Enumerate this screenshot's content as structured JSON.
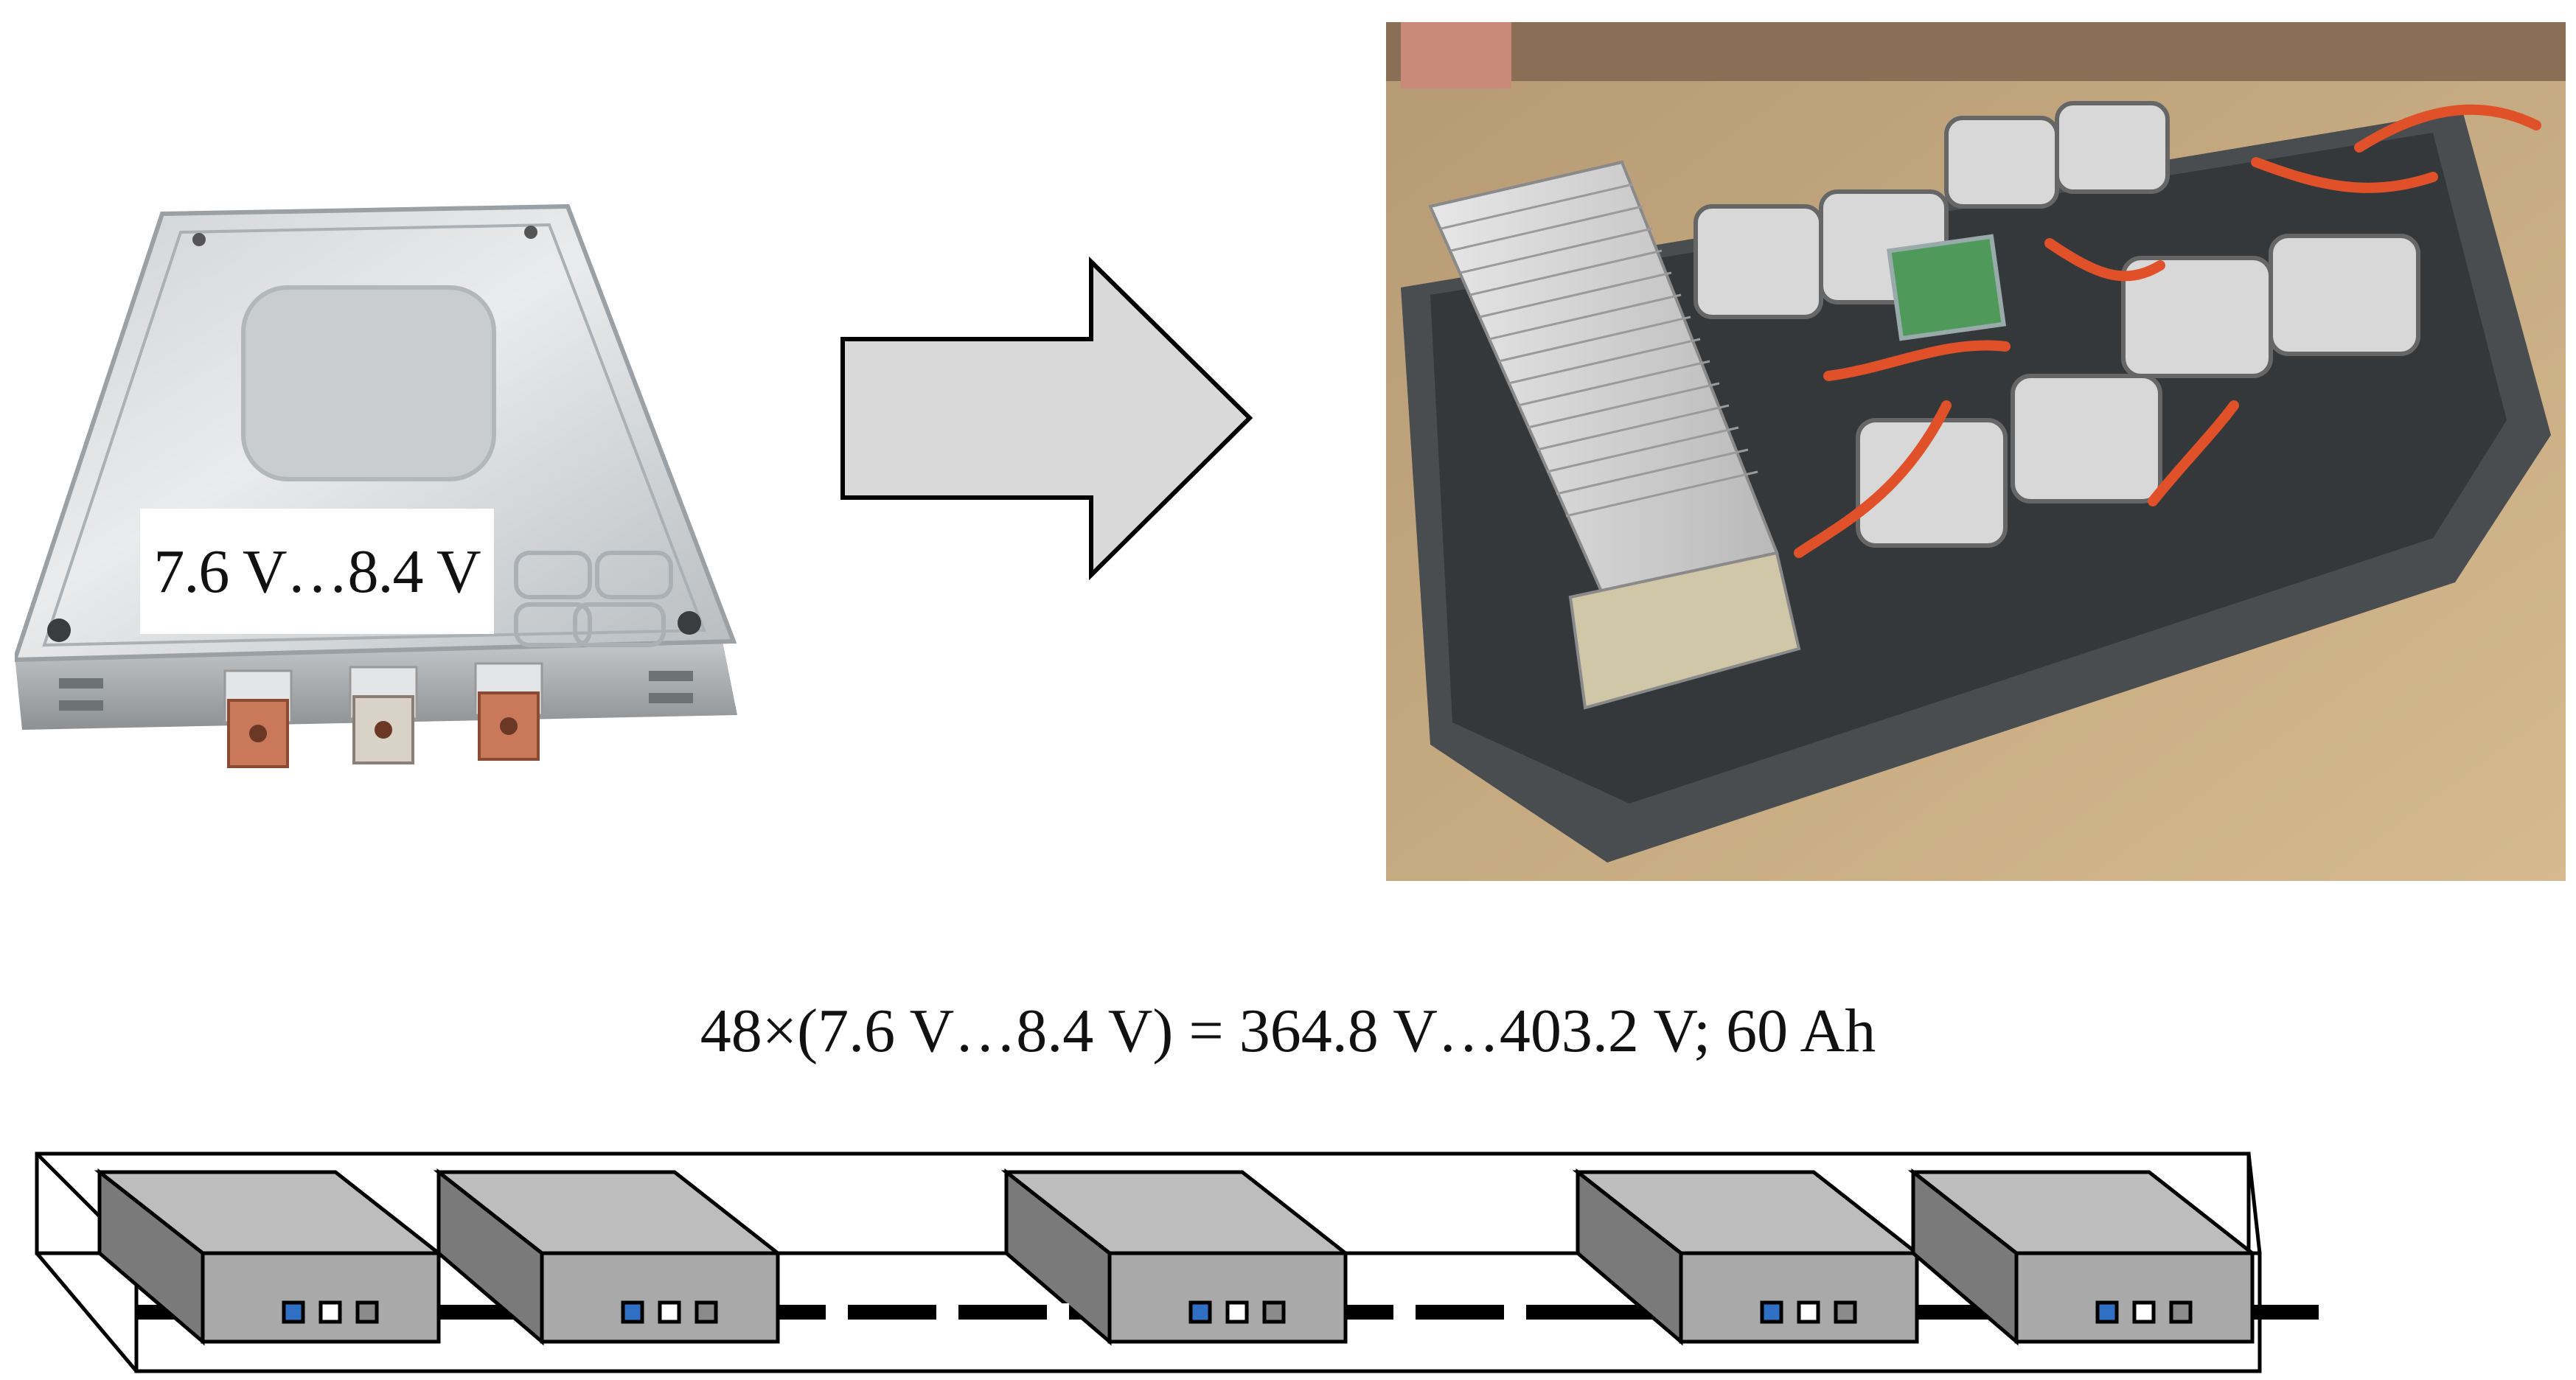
{
  "cell": {
    "voltage_label": "7.6 V…8.4 V"
  },
  "pack": {
    "equation": "48×(7.6 V…8.4 V) = 364.8 V…403.2 V; 60 Ah"
  },
  "diagram": {
    "modules_drawn": 5,
    "connector_colors": [
      "#2f6fc4",
      "#ffffff",
      "#8a8a8a"
    ]
  },
  "colors": {
    "arrow_fill": "#d9d9d9",
    "module_top": "#bdbdbd",
    "module_side": "#7a7a7a",
    "module_front": "#a9a9a9",
    "bus_bar": "#000000"
  }
}
